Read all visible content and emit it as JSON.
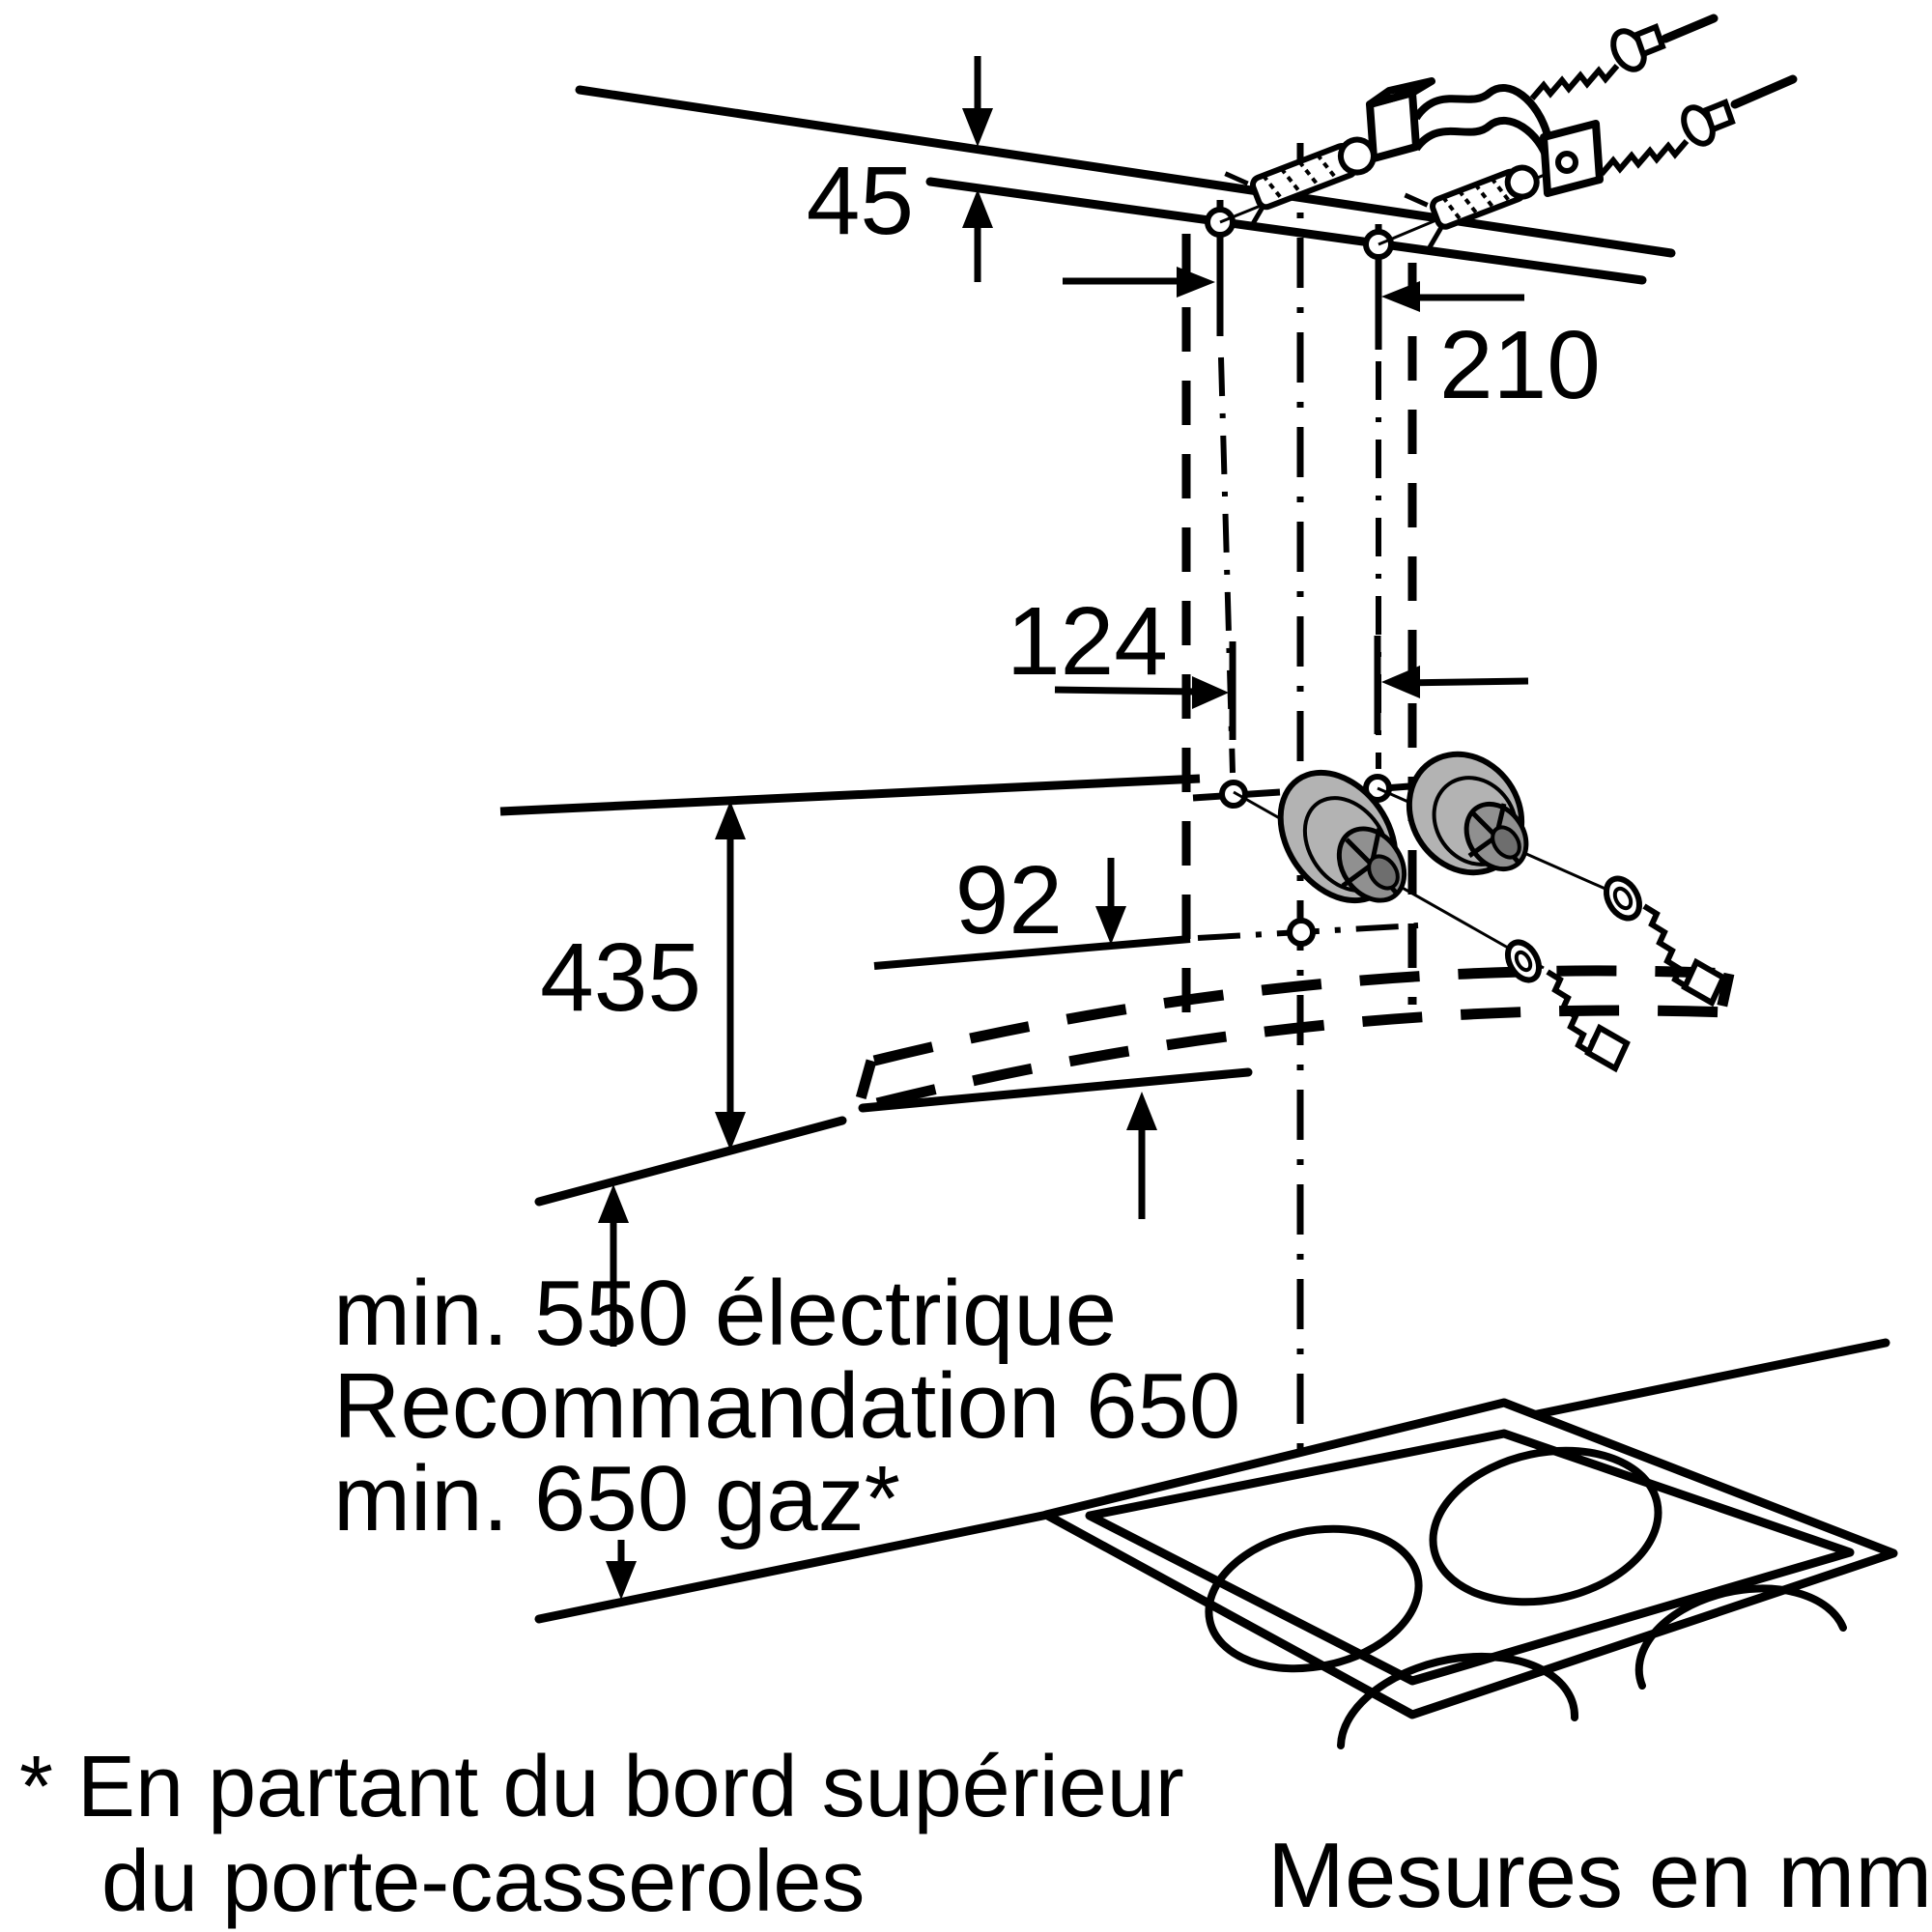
{
  "labels": {
    "dim_45": "45",
    "dim_210": "210",
    "dim_124": "124",
    "dim_435": "435",
    "dim_92": "92",
    "clearance_line1": "min. 550 électrique",
    "clearance_line2": "Recommandation 650",
    "clearance_line3": "min. 650 gaz*",
    "footnote_line1": "* En partant du bord supérieur",
    "footnote_line2": "du porte-casseroles",
    "units": "Mesures en mm"
  },
  "colors": {
    "line": "#000000",
    "background": "#ffffff",
    "spacer_light": "#b3b3b3",
    "spacer_mid": "#909090",
    "spacer_dark": "#6e6e6e"
  }
}
